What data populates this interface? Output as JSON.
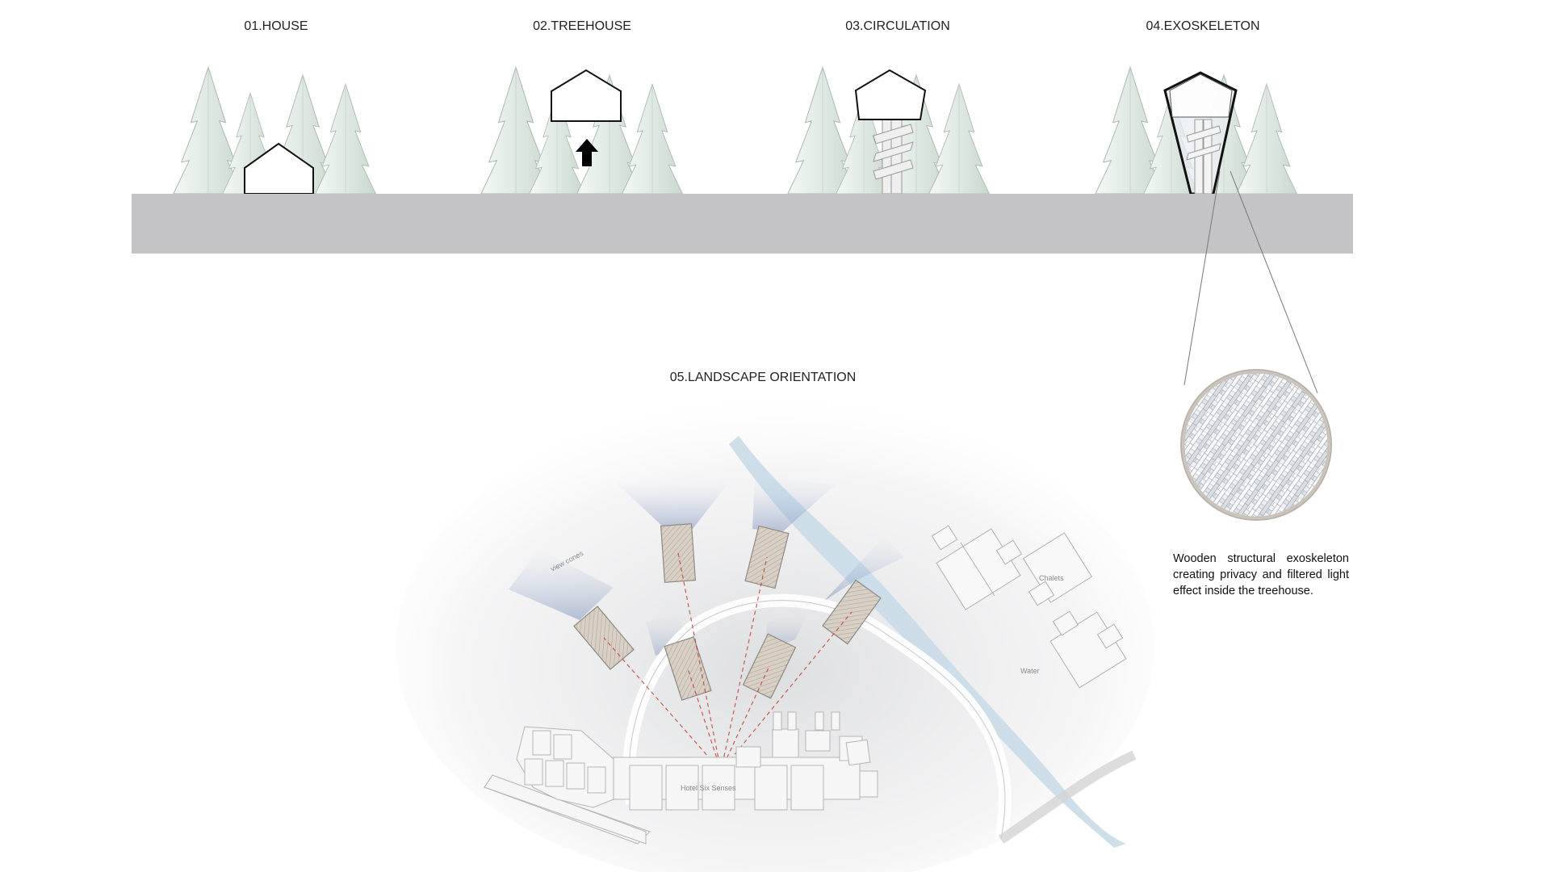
{
  "steps": [
    {
      "title": "01.HOUSE"
    },
    {
      "title": "02.TREEHOUSE"
    },
    {
      "title": "03.CIRCULATION"
    },
    {
      "title": "04.EXOSKELETON"
    }
  ],
  "landscape": {
    "title": "05.LANDSCAPE ORIENTATION",
    "labels": {
      "view_cones": "view cones",
      "chalets": "Chalets",
      "water": "Water",
      "hotel": "Hotel Six Senses"
    }
  },
  "detail": {
    "caption": "Wooden structural exoskeleton creating privacy and filtered light effect inside the treehouse."
  },
  "colors": {
    "tree_fill": "#e3ece6",
    "tree_stroke": "#a9b8ae",
    "ground": "#c4c4c6",
    "view_cone": "#7a8fb8",
    "river": "#c9dbe8",
    "sightline": "#c0392b"
  }
}
